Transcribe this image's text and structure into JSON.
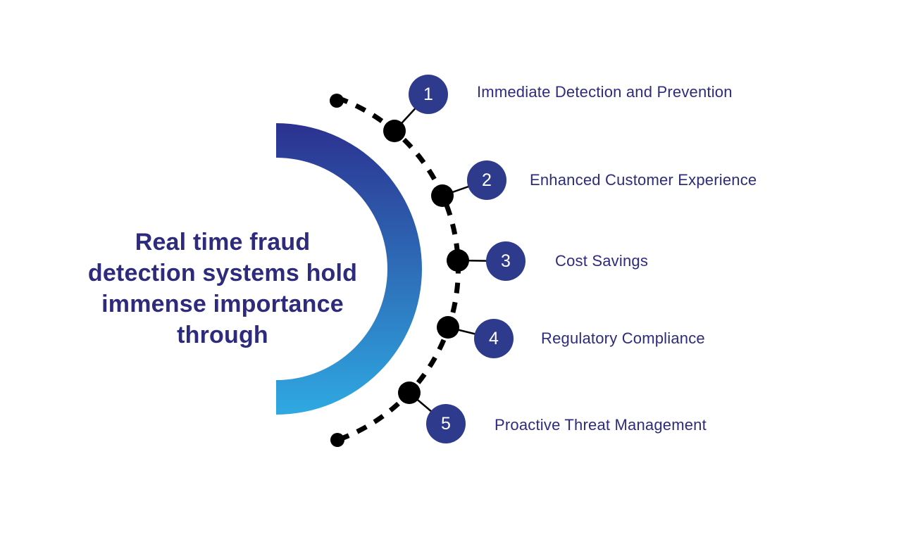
{
  "title": {
    "lines": [
      "Real time fraud",
      "detection systems hold",
      "immense importance",
      "through"
    ]
  },
  "items": [
    {
      "number": "1",
      "label": "Immediate Detection and Prevention"
    },
    {
      "number": "2",
      "label": "Enhanced Customer Experience"
    },
    {
      "number": "3",
      "label": "Cost Savings"
    },
    {
      "number": "4",
      "label": "Regulatory Compliance"
    },
    {
      "number": "5",
      "label": "Proactive Threat Management"
    }
  ],
  "colors": {
    "ring_gradient_top": "#2c3190",
    "ring_gradient_bottom": "#2fa9e1",
    "badge_fill": "#2e3a8c",
    "badge_number": "#ffffff",
    "text": "#2e2b7d",
    "dots_and_dashes": "#000000",
    "background": "#ffffff"
  }
}
